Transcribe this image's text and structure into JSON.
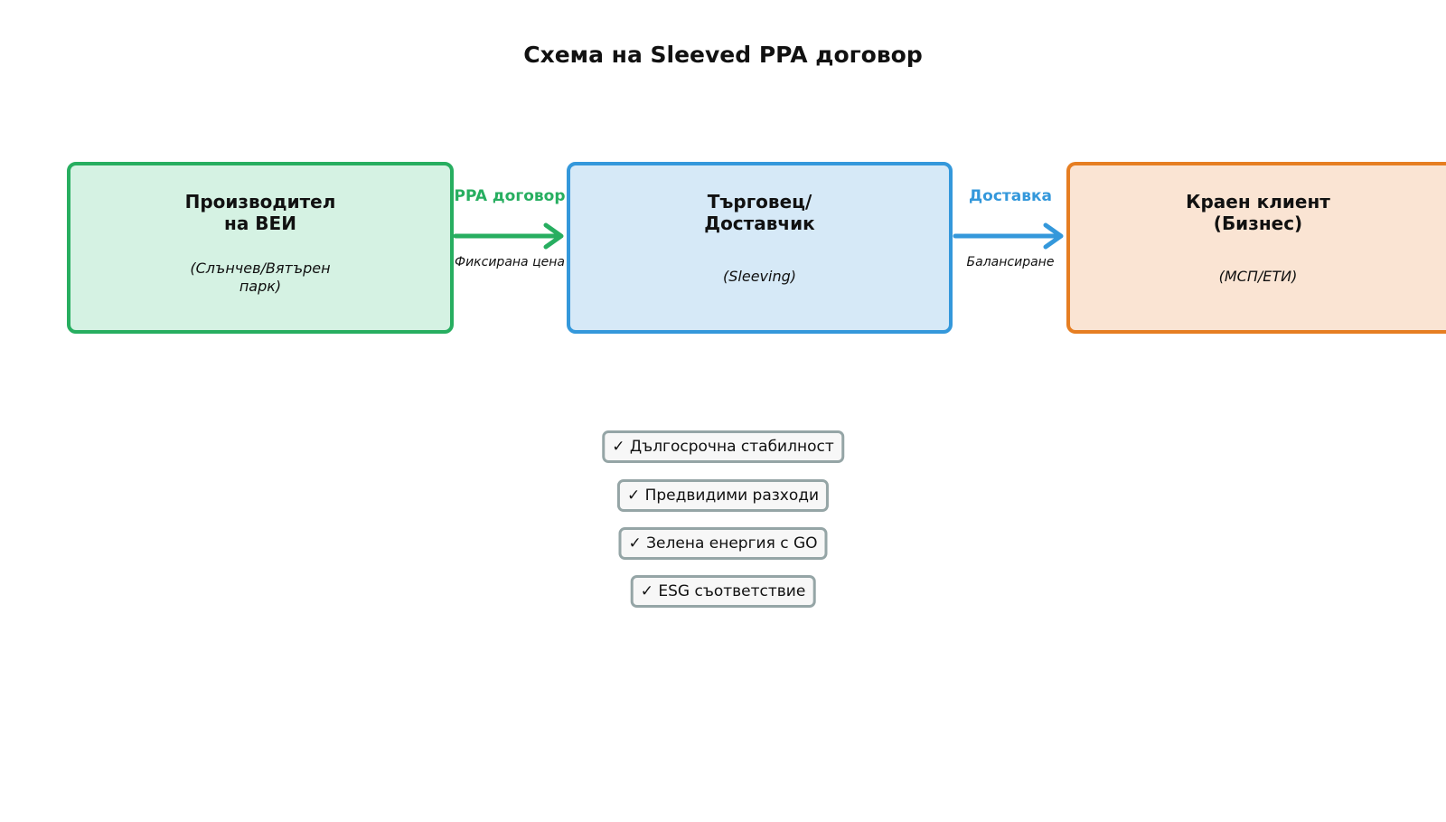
{
  "title": "Схема на Sleeved PPA договор",
  "colors": {
    "producer_border": "#27ae60",
    "producer_fill": "#d5f2e3",
    "trader_border": "#3498db",
    "trader_fill": "#d6e9f7",
    "client_border": "#e67e22",
    "client_fill": "#fae4d3",
    "benefit_border": "#95a5a6"
  },
  "boxes": [
    {
      "name": "Производител\nна ВЕИ",
      "sub": "(Слънчев/Вятърен\nпарк)"
    },
    {
      "name": "Търговец/\nДоставчик",
      "sub": "(Sleeving)"
    },
    {
      "name": "Краен клиент\n(Бизнес)",
      "sub": "(МСП/ЕТИ)"
    }
  ],
  "arrows": [
    {
      "top_label": "PPA договор",
      "bottom_label": "Фиксирана цена"
    },
    {
      "top_label": "Доставка",
      "bottom_label": "Балансиране"
    }
  ],
  "benefits": [
    "✓ Дългосрочна стабилност",
    "✓ Предвидими разходи",
    "✓ Зелена енергия с GO",
    "✓ ESG съответствие"
  ]
}
